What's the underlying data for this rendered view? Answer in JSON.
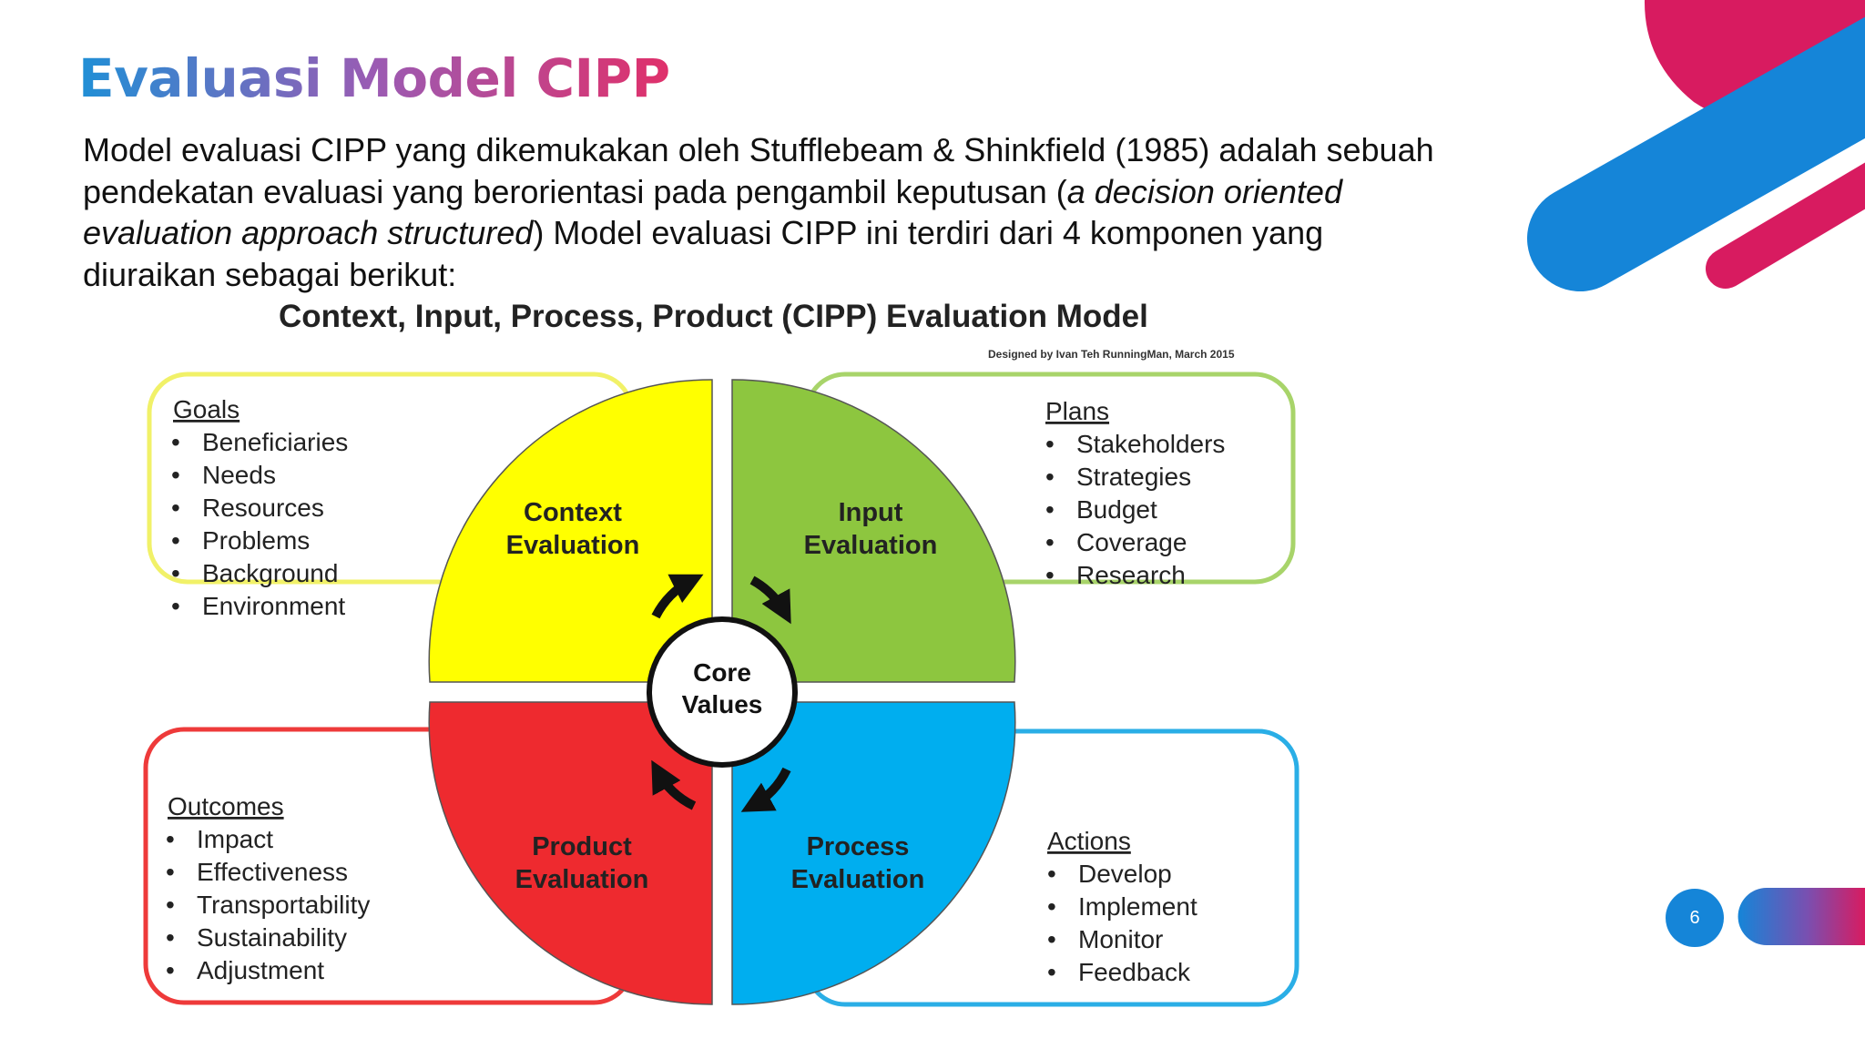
{
  "slide": {
    "title": "Evaluasi Model CIPP",
    "page_number": "6",
    "intro": {
      "part1": "Model evaluasi CIPP yang dikemukakan oleh Stufflebeam & Shinkfield (1985) adalah sebuah pendekatan evaluasi yang berorientasi pada pengambil keputusan (",
      "italic": "a decision oriented evaluation approach structured",
      "part2": ")   Model evaluasi CIPP ini terdiri dari 4 komponen yang diuraikan sebagai berikut:"
    }
  },
  "colors": {
    "title_gradient": [
      "#1f8fd6",
      "#9b5bb3",
      "#e0306a"
    ],
    "brand_blue": "#1585d8",
    "brand_pink": "#d81b60",
    "context": "#ffff00",
    "input": "#8dc63f",
    "product": "#ee2a2f",
    "process": "#00aeef"
  },
  "diagram": {
    "title": "Context, Input, Process, Product (CIPP) Evaluation Model",
    "credit": "Designed by Ivan  Teh RunningMan, March 2015",
    "center": {
      "line1": "Core",
      "line2": "Values"
    },
    "quadrants": {
      "context": {
        "line1": "Context",
        "line2": "Evaluation"
      },
      "input": {
        "line1": "Input",
        "line2": "Evaluation"
      },
      "product": {
        "line1": "Product",
        "line2": "Evaluation"
      },
      "process": {
        "line1": "Process",
        "line2": "Evaluation"
      }
    },
    "boxes": {
      "goals": {
        "heading": "Goals",
        "items": [
          "Beneficiaries",
          "Needs",
          "Resources",
          "Problems",
          "Background",
          "Environment"
        ]
      },
      "plans": {
        "heading": "Plans",
        "items": [
          "Stakeholders",
          "Strategies",
          "Budget",
          "Coverage",
          "Research"
        ]
      },
      "outcomes": {
        "heading": "Outcomes",
        "items": [
          "Impact",
          "Effectiveness",
          "Transportability",
          "Sustainability",
          "Adjustment"
        ]
      },
      "actions": {
        "heading": "Actions",
        "items": [
          "Develop",
          "Implement",
          "Monitor",
          "Feedback"
        ]
      }
    }
  }
}
